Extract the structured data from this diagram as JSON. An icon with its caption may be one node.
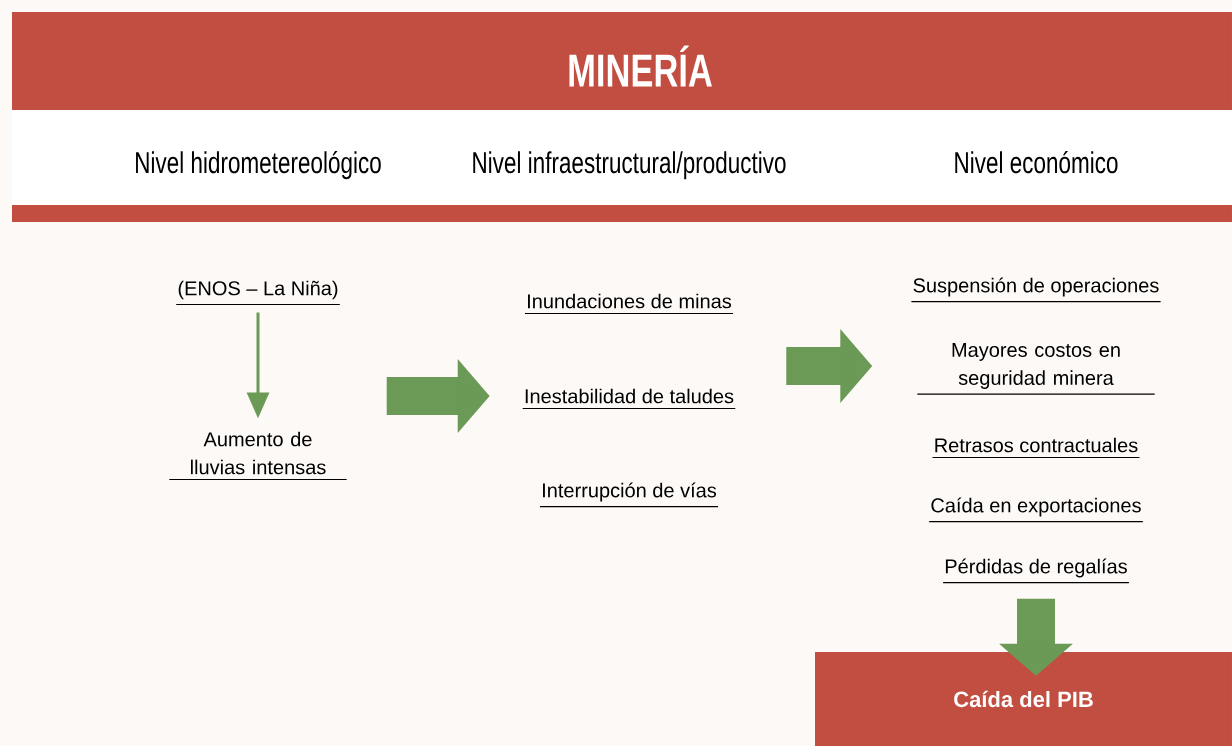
{
  "diagram": {
    "title": "MINERÍA",
    "nodes": [
      {
        "text": [
          "(ENOS – La Niña)"
        ]
      },
      {
        "text": [
          "Aumento de lluvias intensas"
        ]
      },
      {
        "text": [
          "Inundaciones de minas"
        ]
      },
      {
        "text": [
          "Inestabilidad de taludes"
        ]
      },
      {
        "text": [
          "Interrupción de vías"
        ]
      },
      {
        "text": [
          "Suspensión de operaciones"
        ]
      },
      {
        "text": [
          "Mayores costos en seguridad minera"
        ]
      },
      {
        "text": [
          "Retrasos contractuales"
        ]
      },
      {
        "text": [
          "Caída en exportaciones"
        ]
      },
      {
        "text": [
          "Pérdidas de regalías"
        ]
      },
      {
        "text": [
          "Caída del PIB"
        ]
      }
    ],
    "edges": [
      {
        "from": 0,
        "to": 1,
        "arrow": "to"
      },
      {
        "from": 1,
        "to": 3,
        "arrow": "to"
      },
      {
        "from": 3,
        "to": 6,
        "arrow": "to"
      },
      {
        "from": 9,
        "to": 10,
        "arrow": "to"
      }
    ],
    "labels": [
      "Nivel hidrometereológico",
      "Nivel infraestructural/productivo",
      "Nivel económico"
    ]
  }
}
